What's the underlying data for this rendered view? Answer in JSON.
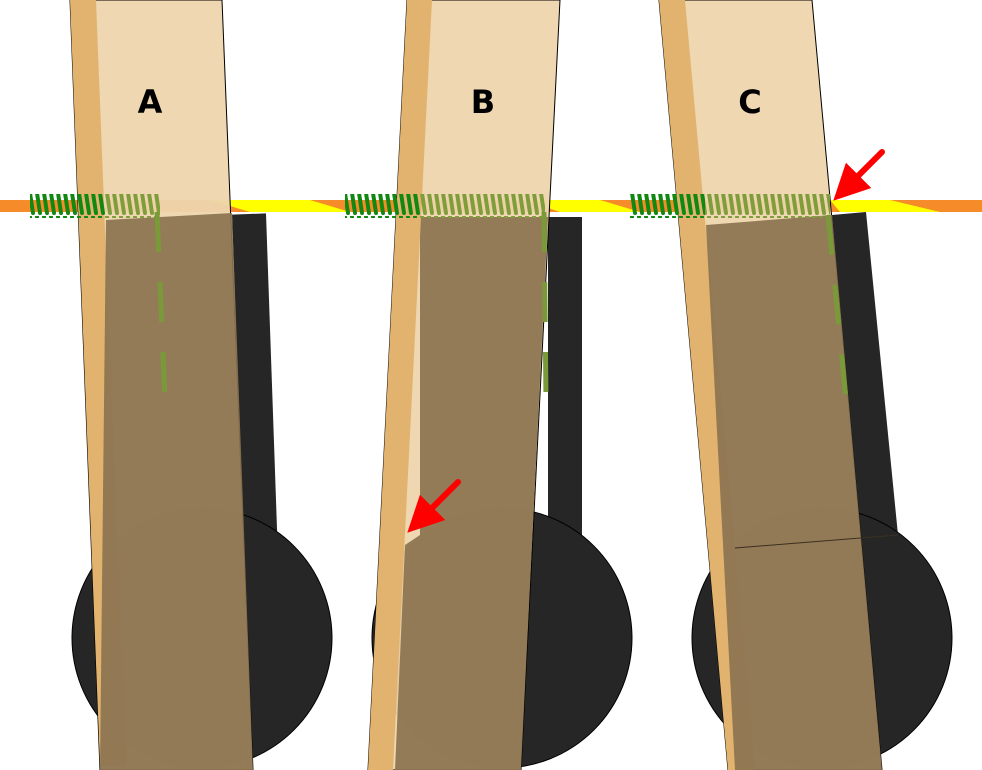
{
  "panels": [
    {
      "label": "A"
    },
    {
      "label": "B"
    },
    {
      "label": "C"
    }
  ],
  "colors": {
    "strip": "#EED5AE",
    "strip_edge": "#E2B36E",
    "body": "#262626",
    "overlay": "#8B7350",
    "line_orange": "#F68B2A",
    "line_yellow": "#FFFF00",
    "spring": "#1E8C1E",
    "spring_light": "#7A9A3A",
    "arrow": "#FF0000"
  }
}
